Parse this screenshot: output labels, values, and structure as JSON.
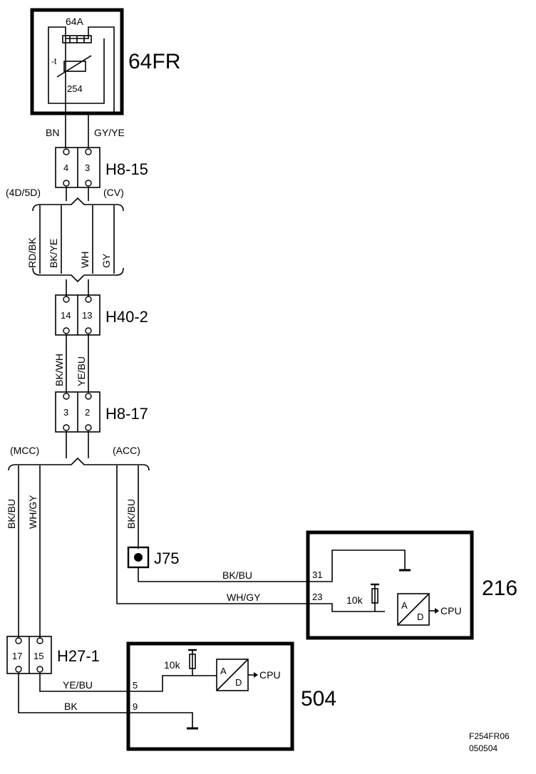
{
  "fuse_box": {
    "id": "64FR",
    "fuse": "64A",
    "pin_label": "254",
    "symbol": "-t"
  },
  "connectors": {
    "h8_15": {
      "name": "H8-15",
      "pins": [
        "4",
        "3"
      ]
    },
    "h40_2": {
      "name": "H40-2",
      "pins": [
        "14",
        "13"
      ]
    },
    "h8_17": {
      "name": "H8-17",
      "pins": [
        "3",
        "2"
      ]
    },
    "h27_1": {
      "name": "H27-1",
      "pins": [
        "17",
        "15"
      ]
    },
    "j75": {
      "name": "J75"
    }
  },
  "variants": {
    "left_top": "(4D/5D)",
    "right_top": "(CV)",
    "left_bottom": "(MCC)",
    "right_bottom": "(ACC)"
  },
  "wires": {
    "bn": "BN",
    "gy_ye": "GY/YE",
    "rd_bk": "RD/BK",
    "bk_ye": "BK/YE",
    "wh": "WH",
    "gy": "GY",
    "bk_wh": "BK/WH",
    "ye_bu": "YE/BU",
    "bk_bu_left": "BK/BU",
    "wh_gy_left": "WH/GY",
    "bk_bu_right": "BK/BU",
    "bk_bu_216": "BK/BU",
    "wh_gy_216": "WH/GY",
    "ye_bu_504": "YE/BU",
    "bk_504": "BK"
  },
  "module_216": {
    "id": "216",
    "pin_a": "31",
    "pin_b": "23",
    "resistor": "10k",
    "adc_a": "A",
    "adc_d": "D",
    "cpu": "CPU"
  },
  "module_504": {
    "id": "504",
    "pin_a": "5",
    "pin_b": "9",
    "resistor": "10k",
    "adc_a": "A",
    "adc_d": "D",
    "cpu": "CPU"
  },
  "footer": {
    "code": "F254FR06",
    "date": "050504"
  }
}
